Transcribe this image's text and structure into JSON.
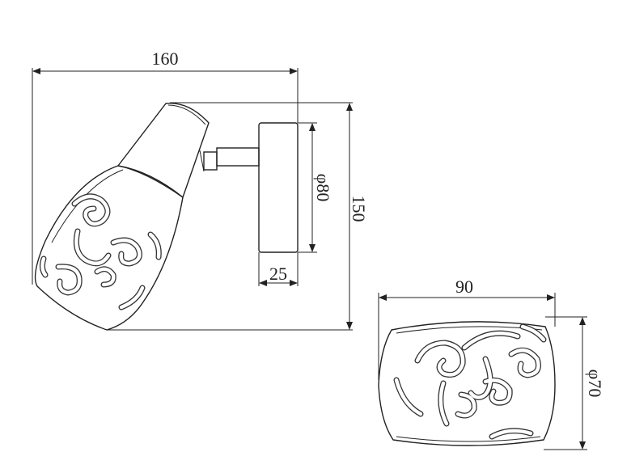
{
  "dimensions": {
    "overall_width": "160",
    "overall_height": "150",
    "base_diameter": "φ80",
    "base_depth": "25",
    "shade_length": "90",
    "shade_diameter": "φ70"
  }
}
